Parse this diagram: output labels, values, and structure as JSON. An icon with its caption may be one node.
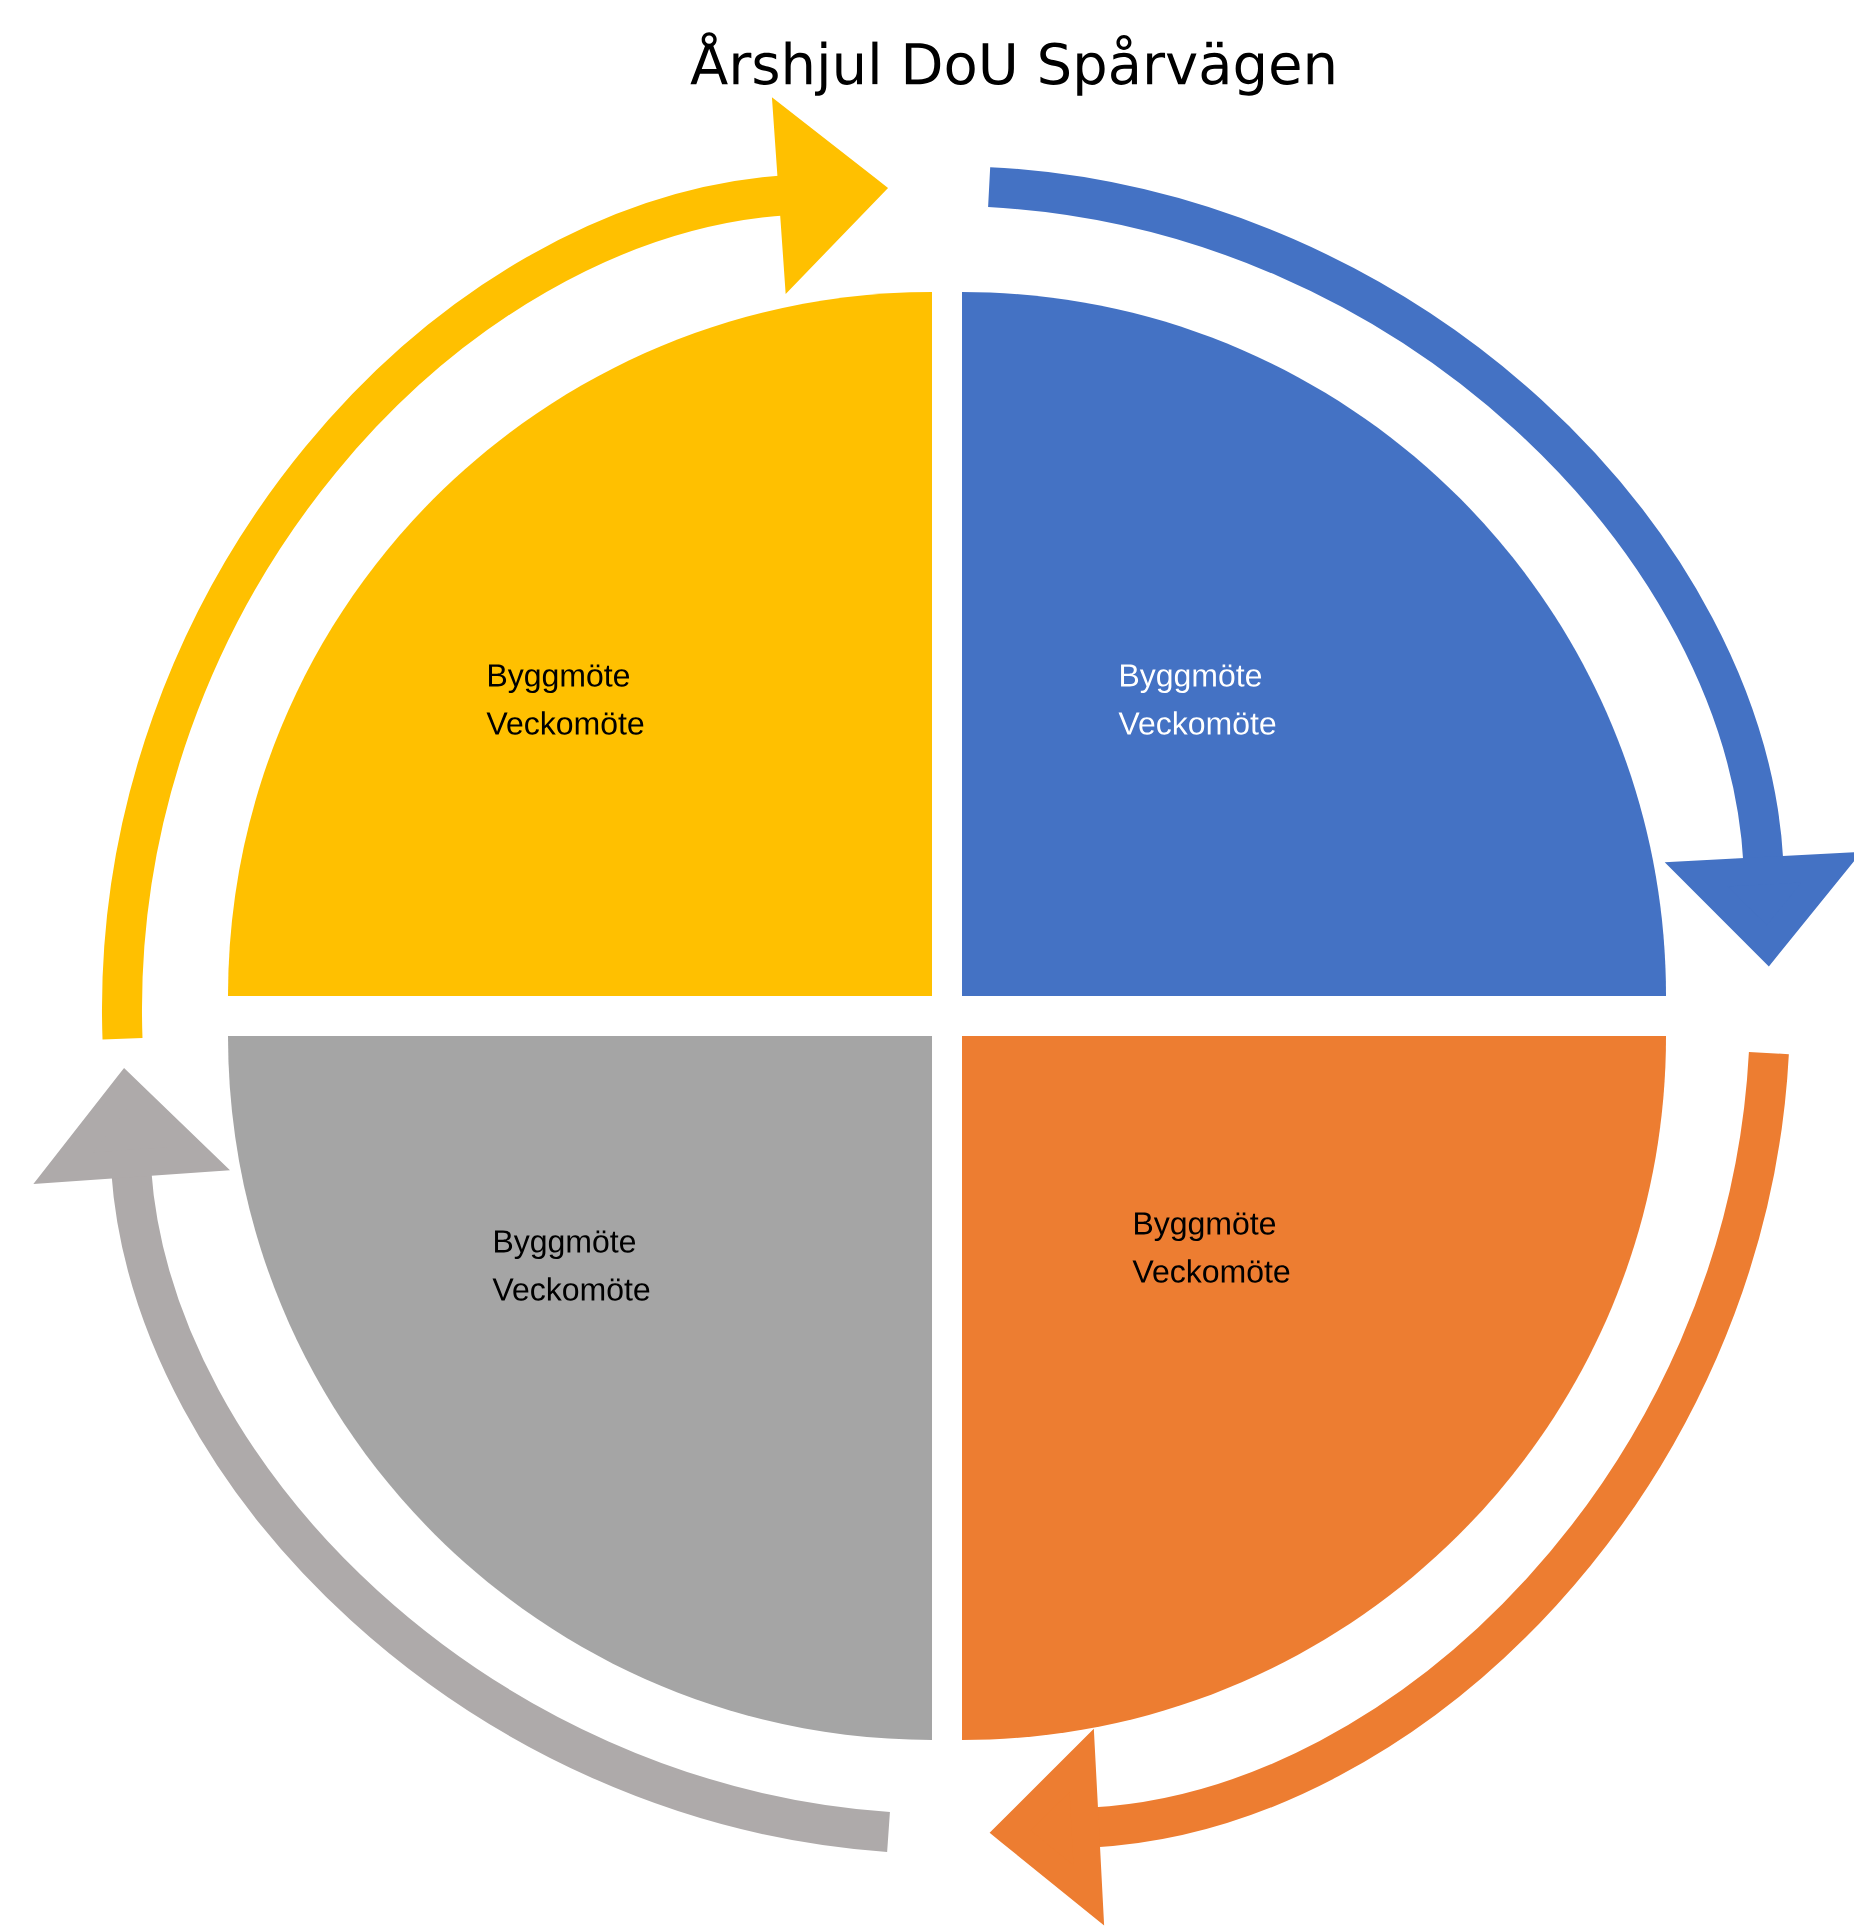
{
  "diagram": {
    "title": "Årshjul DoU Spårvägen",
    "nodes": [
      {
        "text": [
          "Byggmöte Veckomöte"
        ]
      },
      {
        "text": [
          "Byggmöte Veckomöte"
        ]
      },
      {
        "text": [
          "Byggmöte Veckomöte"
        ]
      },
      {
        "text": [
          "Byggmöte Veckomöte"
        ]
      }
    ]
  }
}
